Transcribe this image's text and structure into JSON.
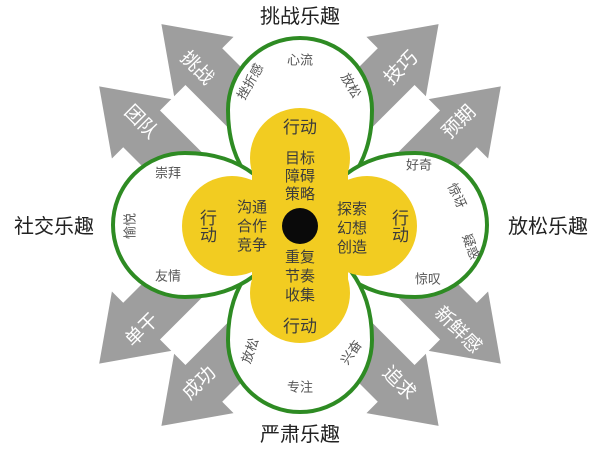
{
  "colors": {
    "arrow": "#9e9e9e",
    "arrow_text": "#ffffff",
    "loop": "#2e8b23",
    "petal": "#f2cc21",
    "center": "#0a0a0a",
    "label": "#222222",
    "loop_text": "#555555",
    "petal_text": "#3b3b3b"
  },
  "quadrants": {
    "top": {
      "title": "挑战乐趣",
      "words": [
        "挫折感",
        "心流",
        "放松"
      ]
    },
    "right": {
      "title": "放松乐趣",
      "words": [
        "好奇",
        "惊讶",
        "疑惑",
        "惊叹"
      ]
    },
    "bottom": {
      "title": "严肃乐趣",
      "words": [
        "放松",
        "专注",
        "兴奋"
      ]
    },
    "left": {
      "title": "社交乐趣",
      "words": [
        "崇拜",
        "愉悦",
        "友情"
      ]
    }
  },
  "arrows": {
    "upper_left": [
      "挑战",
      "团队"
    ],
    "upper_right": [
      "技巧",
      "预期"
    ],
    "lower_right": [
      "新鲜感",
      "追求"
    ],
    "lower_left": [
      "单干",
      "成功"
    ]
  },
  "petals": {
    "top": {
      "action": "行动",
      "lines": [
        "目标",
        "障碍",
        "策略"
      ]
    },
    "right": {
      "action": "行动",
      "lines": [
        "探索",
        "幻想",
        "创造"
      ]
    },
    "bottom": {
      "action": "行动",
      "lines": [
        "重复",
        "节奏",
        "收集"
      ]
    },
    "left": {
      "action": "行动",
      "lines": [
        "沟通",
        "合作",
        "竞争"
      ]
    }
  }
}
